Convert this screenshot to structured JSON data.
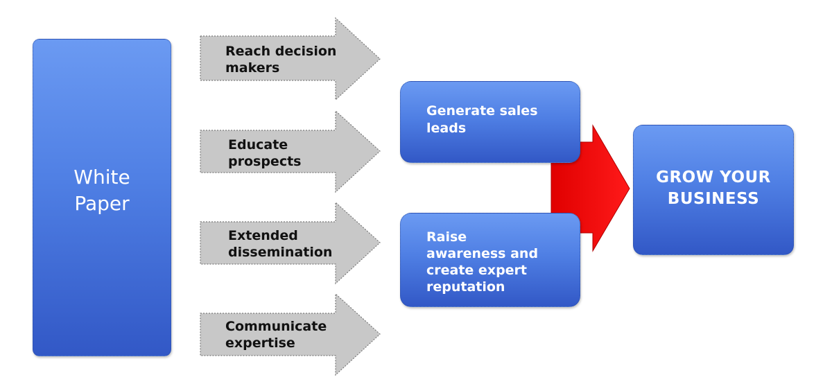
{
  "source_box": {
    "label_line1": "White",
    "label_line2": "Paper"
  },
  "gray_arrows": [
    {
      "line1": "Reach decision",
      "line2": "makers"
    },
    {
      "line1": "Educate",
      "line2": "prospects"
    },
    {
      "line1": "Extended",
      "line2": "dissemination"
    },
    {
      "line1": "Communicate",
      "line2": "expertise"
    }
  ],
  "outcome_boxes": {
    "leads": {
      "line1": "Generate sales",
      "line2": "leads"
    },
    "awareness": {
      "line1": "Raise",
      "line2": "awareness and",
      "line3": "create expert",
      "line4": "reputation"
    }
  },
  "goal_box": {
    "line1": "GROW YOUR",
    "line2": "BUSINESS"
  },
  "colors": {
    "box_blue_top": "#6b9af2",
    "box_blue_bottom": "#3258c6",
    "arrow_gray": "#c8c8c8",
    "arrow_red": "#ff0000",
    "text_white": "#ffffff",
    "text_dark": "#111111"
  }
}
